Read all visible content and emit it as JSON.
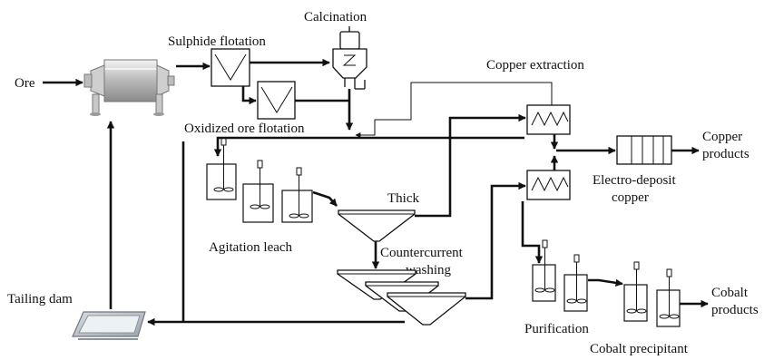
{
  "diagram": {
    "labels": {
      "ore": "Ore",
      "sulphide_flotation": "Sulphide flotation",
      "calcination": "Calcination",
      "copper_extraction": "Copper extraction",
      "oxidized_ore_flotation": "Oxidized ore flotation",
      "copper_products_1": "Copper",
      "copper_products_2": "products",
      "electro_deposit_1": "Electro-deposit",
      "electro_deposit_2": "copper",
      "thick": "Thick",
      "agitation_leach": "Agitation leach",
      "countercurrent_1": "Countercurrent",
      "countercurrent_2": "washing",
      "tailing_dam": "Tailing dam",
      "cobalt_products_1": "Cobalt",
      "cobalt_products_2": "products",
      "purification": "Purification",
      "cobalt_precipitant": "Cobalt precipitant"
    }
  }
}
